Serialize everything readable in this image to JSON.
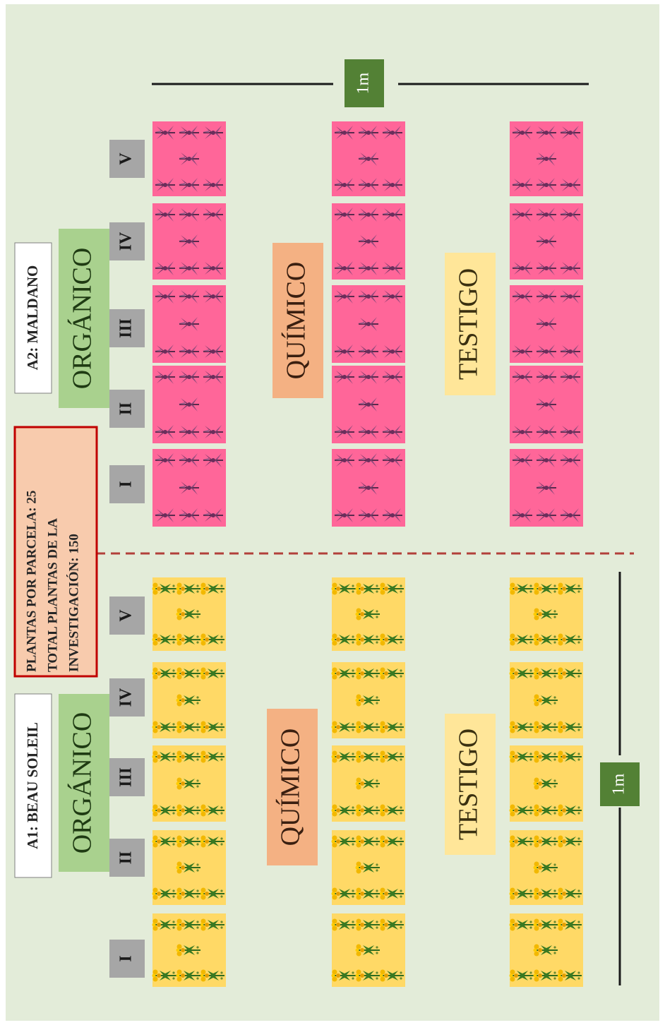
{
  "labels": {
    "plot_a1": "A1: BEAU SOLEIL",
    "plot_a2": "A2: MALDANO",
    "info_line1": "PLANTAS POR PARCELA: 25",
    "info_line2": "TOTAL PLANTAS DE LA",
    "info_line3": "INVESTIGACIÓN: 150",
    "treatments": [
      "ORGÁNICO",
      "QUÍMICO",
      "TESTIGO"
    ],
    "replicates": [
      "I",
      "II",
      "III",
      "IV",
      "V"
    ],
    "scale": "1m"
  },
  "colors": {
    "background": "#e3ecd9",
    "organico": "#a9d18e",
    "quimico": "#f4b183",
    "testigo": "#ffe699",
    "replicate_box": "#a6a6a6",
    "scale_box": "#538135",
    "plot_a1_fill": "#ffd966",
    "plot_a2_fill": "#ff6699",
    "info_box_fill": "#f8cbad",
    "info_box_border": "#c00000",
    "divider": "#b2403a"
  },
  "icons": {
    "plot_a1_plant": "yellow-flower-icon",
    "plot_a2_plant": "purple-orchid-icon"
  }
}
